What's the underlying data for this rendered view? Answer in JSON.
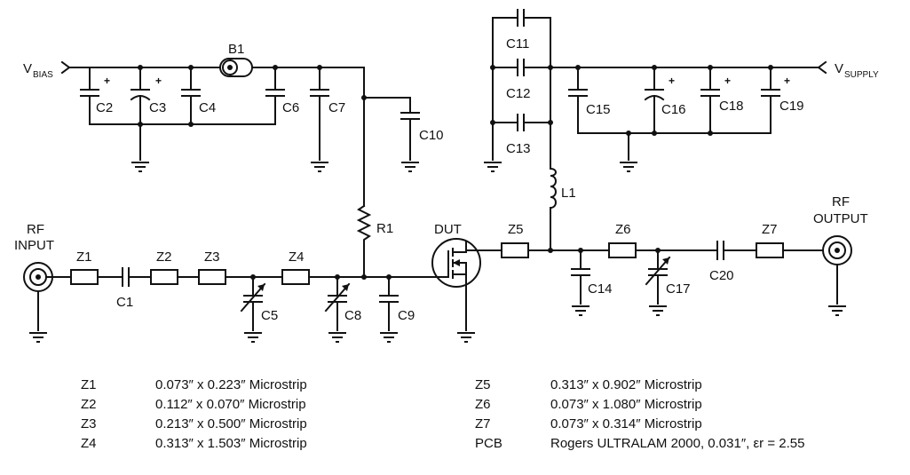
{
  "labels": {
    "vbias": "V",
    "vbias_sub": "BIAS",
    "vsupply": "V",
    "vsupply_sub": "SUPPLY",
    "rf_input_1": "RF",
    "rf_input_2": "INPUT",
    "rf_output_1": "RF",
    "rf_output_2": "OUTPUT",
    "dut": "DUT",
    "b1": "B1",
    "r1": "R1",
    "l1": "L1",
    "c1": "C1",
    "c2": "C2",
    "c3": "C3",
    "c4": "C4",
    "c5": "C5",
    "c6": "C6",
    "c7": "C7",
    "c8": "C8",
    "c9": "C9",
    "c10": "C10",
    "c11": "C11",
    "c12": "C12",
    "c13": "C13",
    "c14": "C14",
    "c15": "C15",
    "c16": "C16",
    "c17": "C17",
    "c18": "C18",
    "c19": "C19",
    "c20": "C20",
    "z1": "Z1",
    "z2": "Z2",
    "z3": "Z3",
    "z4": "Z4",
    "z5": "Z5",
    "z6": "Z6",
    "z7": "Z7",
    "plus": "+"
  },
  "legend": {
    "left": [
      {
        "id": "Z1",
        "desc": "0.073″ x 0.223″ Microstrip"
      },
      {
        "id": "Z2",
        "desc": "0.112″ x 0.070″ Microstrip"
      },
      {
        "id": "Z3",
        "desc": "0.213″ x 0.500″ Microstrip"
      },
      {
        "id": "Z4",
        "desc": "0.313″ x 1.503″ Microstrip"
      }
    ],
    "right": [
      {
        "id": "Z5",
        "desc": "0.313″ x 0.902″ Microstrip"
      },
      {
        "id": "Z6",
        "desc": "0.073″ x 1.080″ Microstrip"
      },
      {
        "id": "Z7",
        "desc": "0.073″ x 0.314″ Microstrip"
      },
      {
        "id": "PCB",
        "desc": "Rogers ULTRALAM 2000, 0.031″, εr = 2.55"
      }
    ]
  }
}
